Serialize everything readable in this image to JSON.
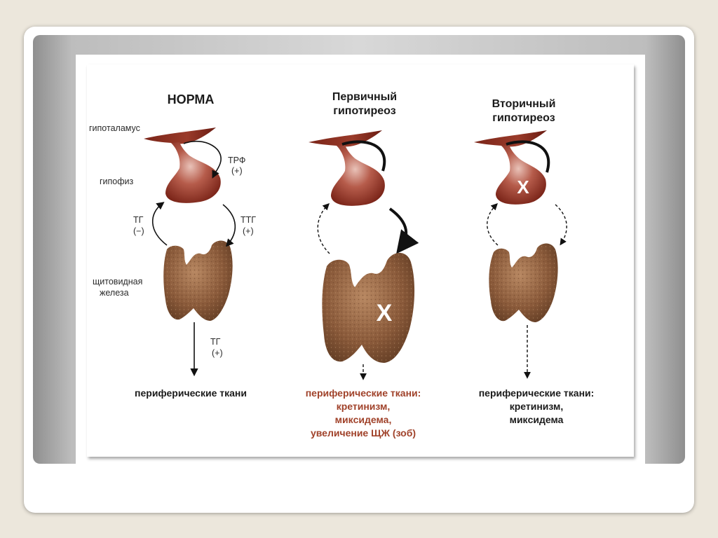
{
  "columns": {
    "normal": {
      "title": "НОРМА",
      "labels": {
        "hypothalamus": "гипоталамус",
        "pituitary": "гипофиз",
        "thyroid_line1": "щитовидная",
        "thyroid_line2": "железа",
        "trf_line1": "ТРФ",
        "trf_line2": "(+)",
        "tg_left_line1": "ТГ",
        "tg_left_line2": "(−)",
        "ttg_line1": "ТТГ",
        "ttg_line2": "(+)",
        "tg_bottom_line1": "ТГ",
        "tg_bottom_line2": "(+)"
      },
      "result_lines": [
        "периферические ткани"
      ]
    },
    "primary": {
      "title_line1": "Первичный",
      "title_line2": "гипотиреоз",
      "x_mark": "X",
      "result_lines": [
        "периферические ткани:",
        "кретинизм,",
        "микcидема,",
        "увеличение ЩЖ (зоб)"
      ]
    },
    "secondary": {
      "title_line1": "Вторичный",
      "title_line2": "гипотиреоз",
      "x_mark": "X",
      "result_lines": [
        "периферические ткани:",
        "кретинизм,",
        "микcидема"
      ]
    }
  },
  "colors": {
    "organ_red": "#8e2f22",
    "thyroid_brown": "#8a5a3a",
    "highlight_text": "#a0422a"
  }
}
